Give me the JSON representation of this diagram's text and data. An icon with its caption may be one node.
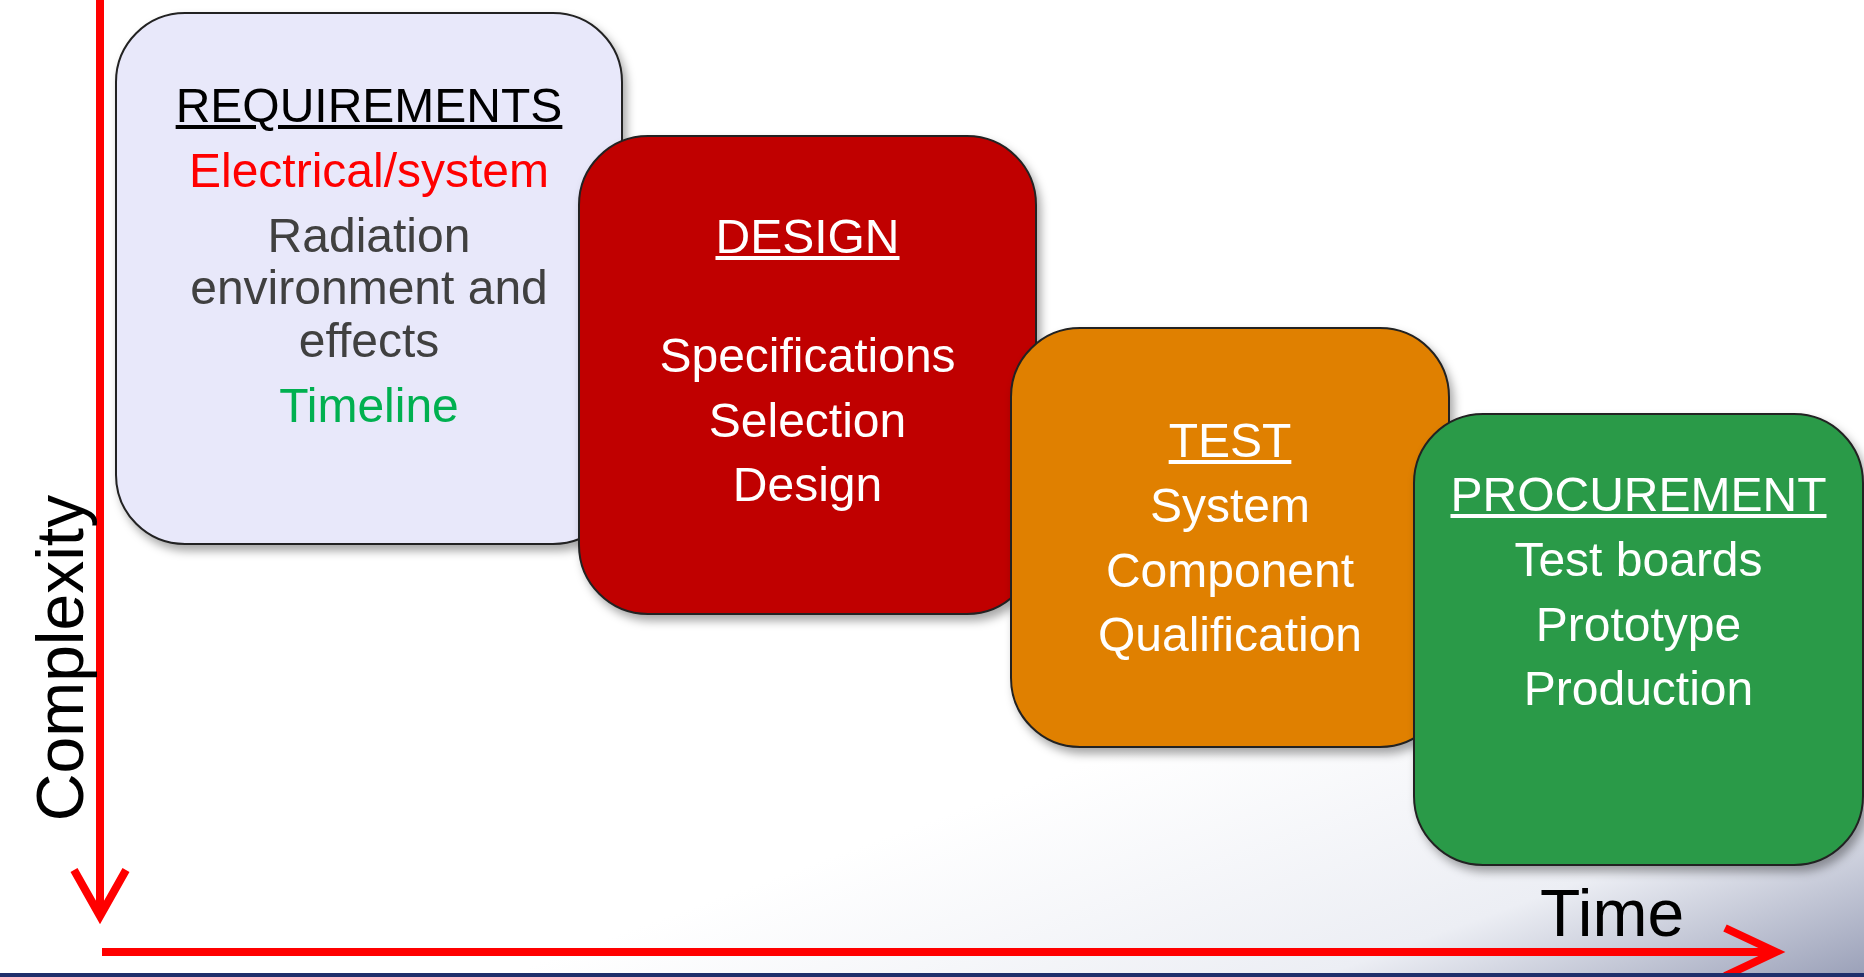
{
  "diagram": {
    "nodes": [
      {
        "text": [
          "REQUIREMENTS",
          "Electrical/system",
          "Radiation environment and effects",
          "Timeline"
        ]
      },
      {
        "text": [
          "DESIGN",
          "Specifications",
          "Selection",
          "Design"
        ]
      },
      {
        "text": [
          "TEST",
          "System",
          "Component",
          "Qualification"
        ]
      },
      {
        "text": [
          "PROCUREMENT",
          "Test boards",
          "Prototype",
          "Production"
        ]
      }
    ],
    "edges": [],
    "labels": [
      "Complexity",
      "Time"
    ]
  }
}
